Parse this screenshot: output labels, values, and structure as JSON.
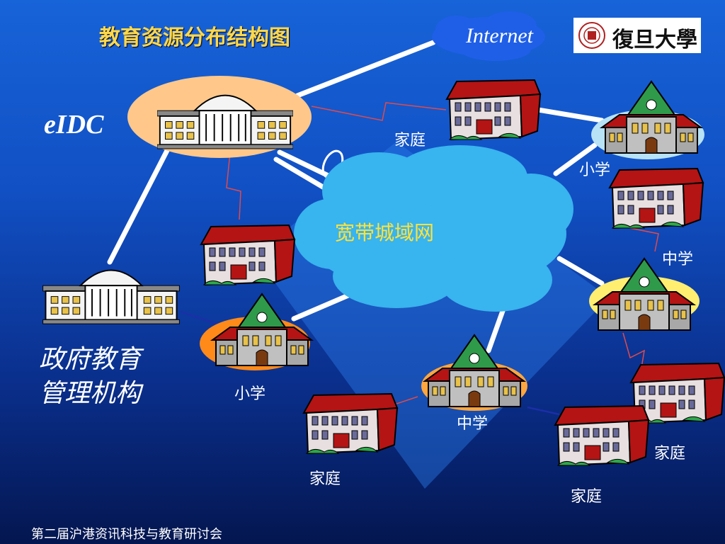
{
  "title": "教育资源分布结构图",
  "internet": "Internet",
  "eidc": "eIDC",
  "metro_net": "宽带城域网",
  "gov_line1": "政府教育",
  "gov_line2": "管理机构",
  "logo_text": "復旦大學",
  "labels": {
    "home_top": "家庭",
    "primary_right": "小学",
    "middle_right": "中学",
    "primary_left": "小学",
    "middle_bottom": "中学",
    "home_bottom_left": "家庭",
    "home_bottom_right": "家庭",
    "home_right": "家庭"
  },
  "footer": "第二届沪港资讯科技与教育研讨会",
  "colors": {
    "title": "#ffd84a",
    "metro_text": "#ffe23a",
    "cloud": "#38b4ee"
  }
}
